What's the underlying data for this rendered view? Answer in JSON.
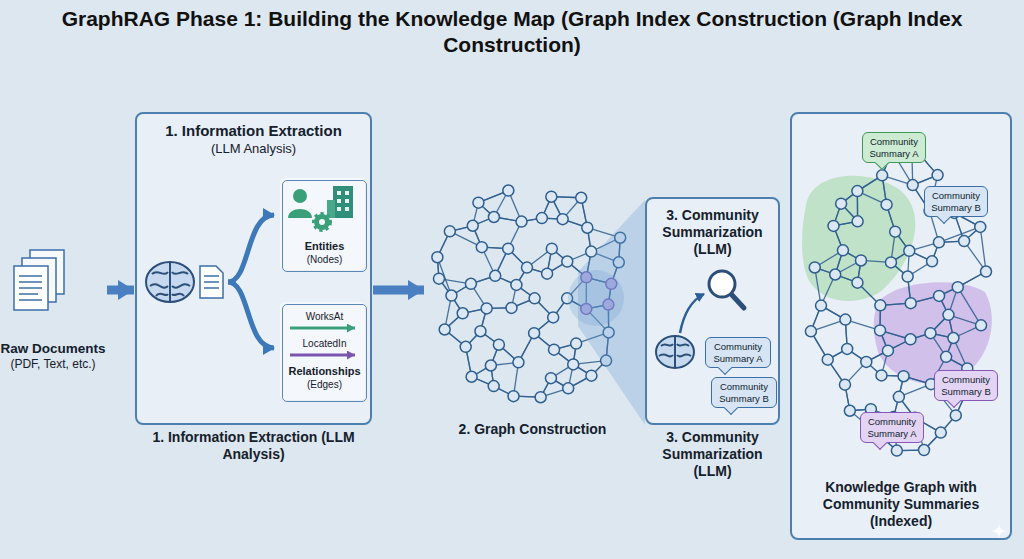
{
  "diagram": {
    "title": "GraphRAG Phase 1: Building the Knowledge Map (Graph Index Construction (Graph Index Construction)",
    "nodes": [
      {
        "text": [
          "Raw Documents",
          "(PDF, Text, etc.)"
        ]
      },
      {
        "text": [
          "1. Information Extraction",
          "(LLM Analysis)",
          "1. Information Extraction (LLM Analysis)"
        ]
      },
      {
        "text": [
          "Entities",
          "(Nodes)"
        ],
        "in": 1
      },
      {
        "text": [
          "WorksAt",
          "LocatedIn",
          "Relationships",
          "(Edges)"
        ],
        "in": 1
      },
      {
        "text": [
          "2. Graph Construction"
        ]
      },
      {
        "text": [
          "3. Community Summarization (LLM)",
          "3. Community Summarization (LLM)"
        ]
      },
      {
        "text": [
          "Community Summary A"
        ],
        "in": 5
      },
      {
        "text": [
          "Community Summary B"
        ],
        "in": 5
      },
      {
        "text": [
          "Knowledge Graph with Community Summaries (Indexed)"
        ]
      },
      {
        "text": [
          "Community Summary A"
        ],
        "in": 8
      },
      {
        "text": [
          "Community Summary B"
        ],
        "in": 8
      },
      {
        "text": [
          "Community Summary B"
        ],
        "in": 8
      },
      {
        "text": [
          "Community Summary A"
        ],
        "in": 8
      }
    ],
    "edges": [
      {
        "from": 0,
        "to": 1,
        "arrow": "to"
      },
      {
        "from": 1,
        "to": 4,
        "arrow": "to"
      }
    ]
  }
}
